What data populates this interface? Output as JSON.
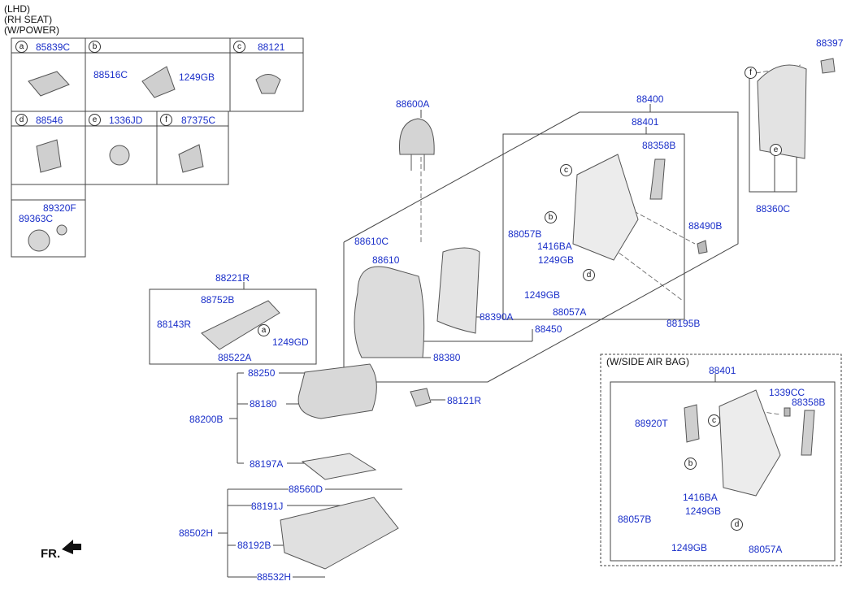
{
  "header_notes": [
    "(LHD)",
    "(RH SEAT)",
    "(W/POWER)"
  ],
  "direction_label": "FR.",
  "legend_cells": [
    {
      "letter": "a",
      "part": "85839C"
    },
    {
      "letter": "b",
      "part": ""
    },
    {
      "letter": "c",
      "part": "88121"
    },
    {
      "letter": "d",
      "part": "88546"
    },
    {
      "letter": "e",
      "part": "1336JD"
    },
    {
      "letter": "f",
      "part": "87375C"
    }
  ],
  "legend_inner_labels": [
    "88516C",
    "1249GB",
    "89320F",
    "89363C"
  ],
  "section_labels": {
    "side_airbag": "(W/SIDE AIR BAG)"
  },
  "part_labels": [
    "88600A",
    "88400",
    "88401",
    "88358B",
    "88397",
    "88360C",
    "88057B",
    "1416BA",
    "1249GB",
    "88490B",
    "88610C",
    "88610",
    "1249GB",
    "88057A",
    "88195B",
    "88390A",
    "88450",
    "88380",
    "88221R",
    "88752B",
    "88143R",
    "1249GD",
    "88522A",
    "88250",
    "88180",
    "88200B",
    "88121R",
    "88197A",
    "88560D",
    "88191J",
    "88502H",
    "88192B",
    "88532H",
    "88401",
    "1339CC",
    "88358B",
    "88920T",
    "1416BA",
    "88057B",
    "1249GB",
    "1249GB",
    "88057A"
  ],
  "callout_letters": [
    "a",
    "c",
    "b",
    "d",
    "f",
    "e",
    "c",
    "b",
    "d"
  ]
}
